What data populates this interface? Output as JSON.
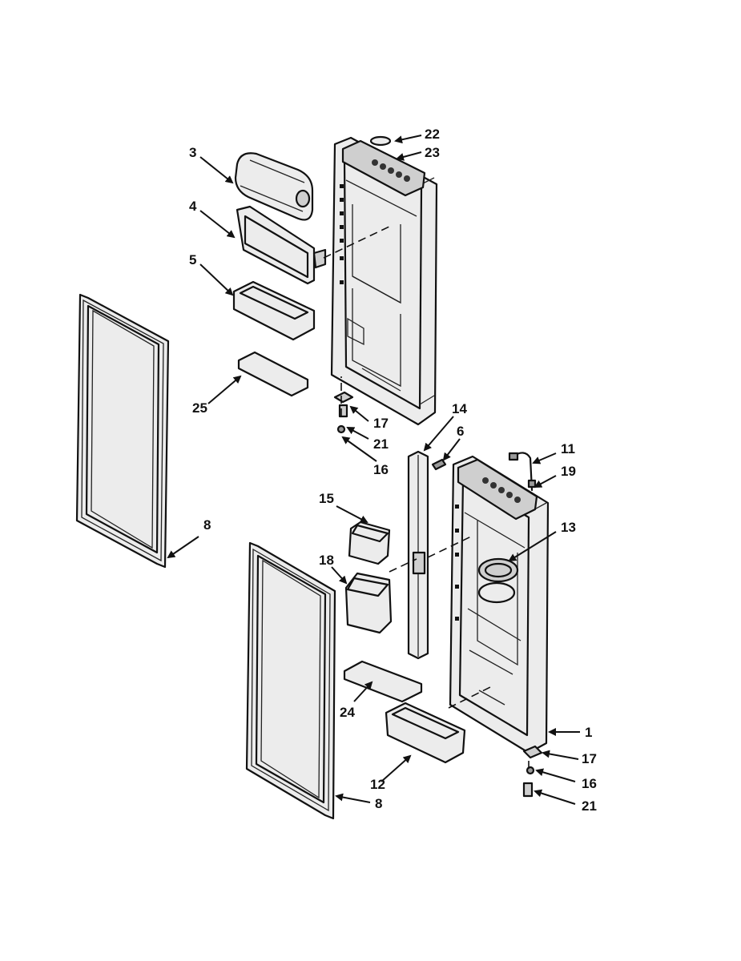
{
  "callouts": {
    "c22": "22",
    "c23": "23",
    "c3": "3",
    "c4": "4",
    "c5": "5",
    "c25": "25",
    "c17a": "17",
    "c21a": "21",
    "c16a": "16",
    "c14": "14",
    "c6": "6",
    "c11": "11",
    "c19": "19",
    "c15": "15",
    "c13": "13",
    "c8a": "8",
    "c18": "18",
    "c24": "24",
    "c1": "1",
    "c17b": "17",
    "c16b": "16",
    "c12": "12",
    "c21b": "21",
    "c8b": "8"
  }
}
